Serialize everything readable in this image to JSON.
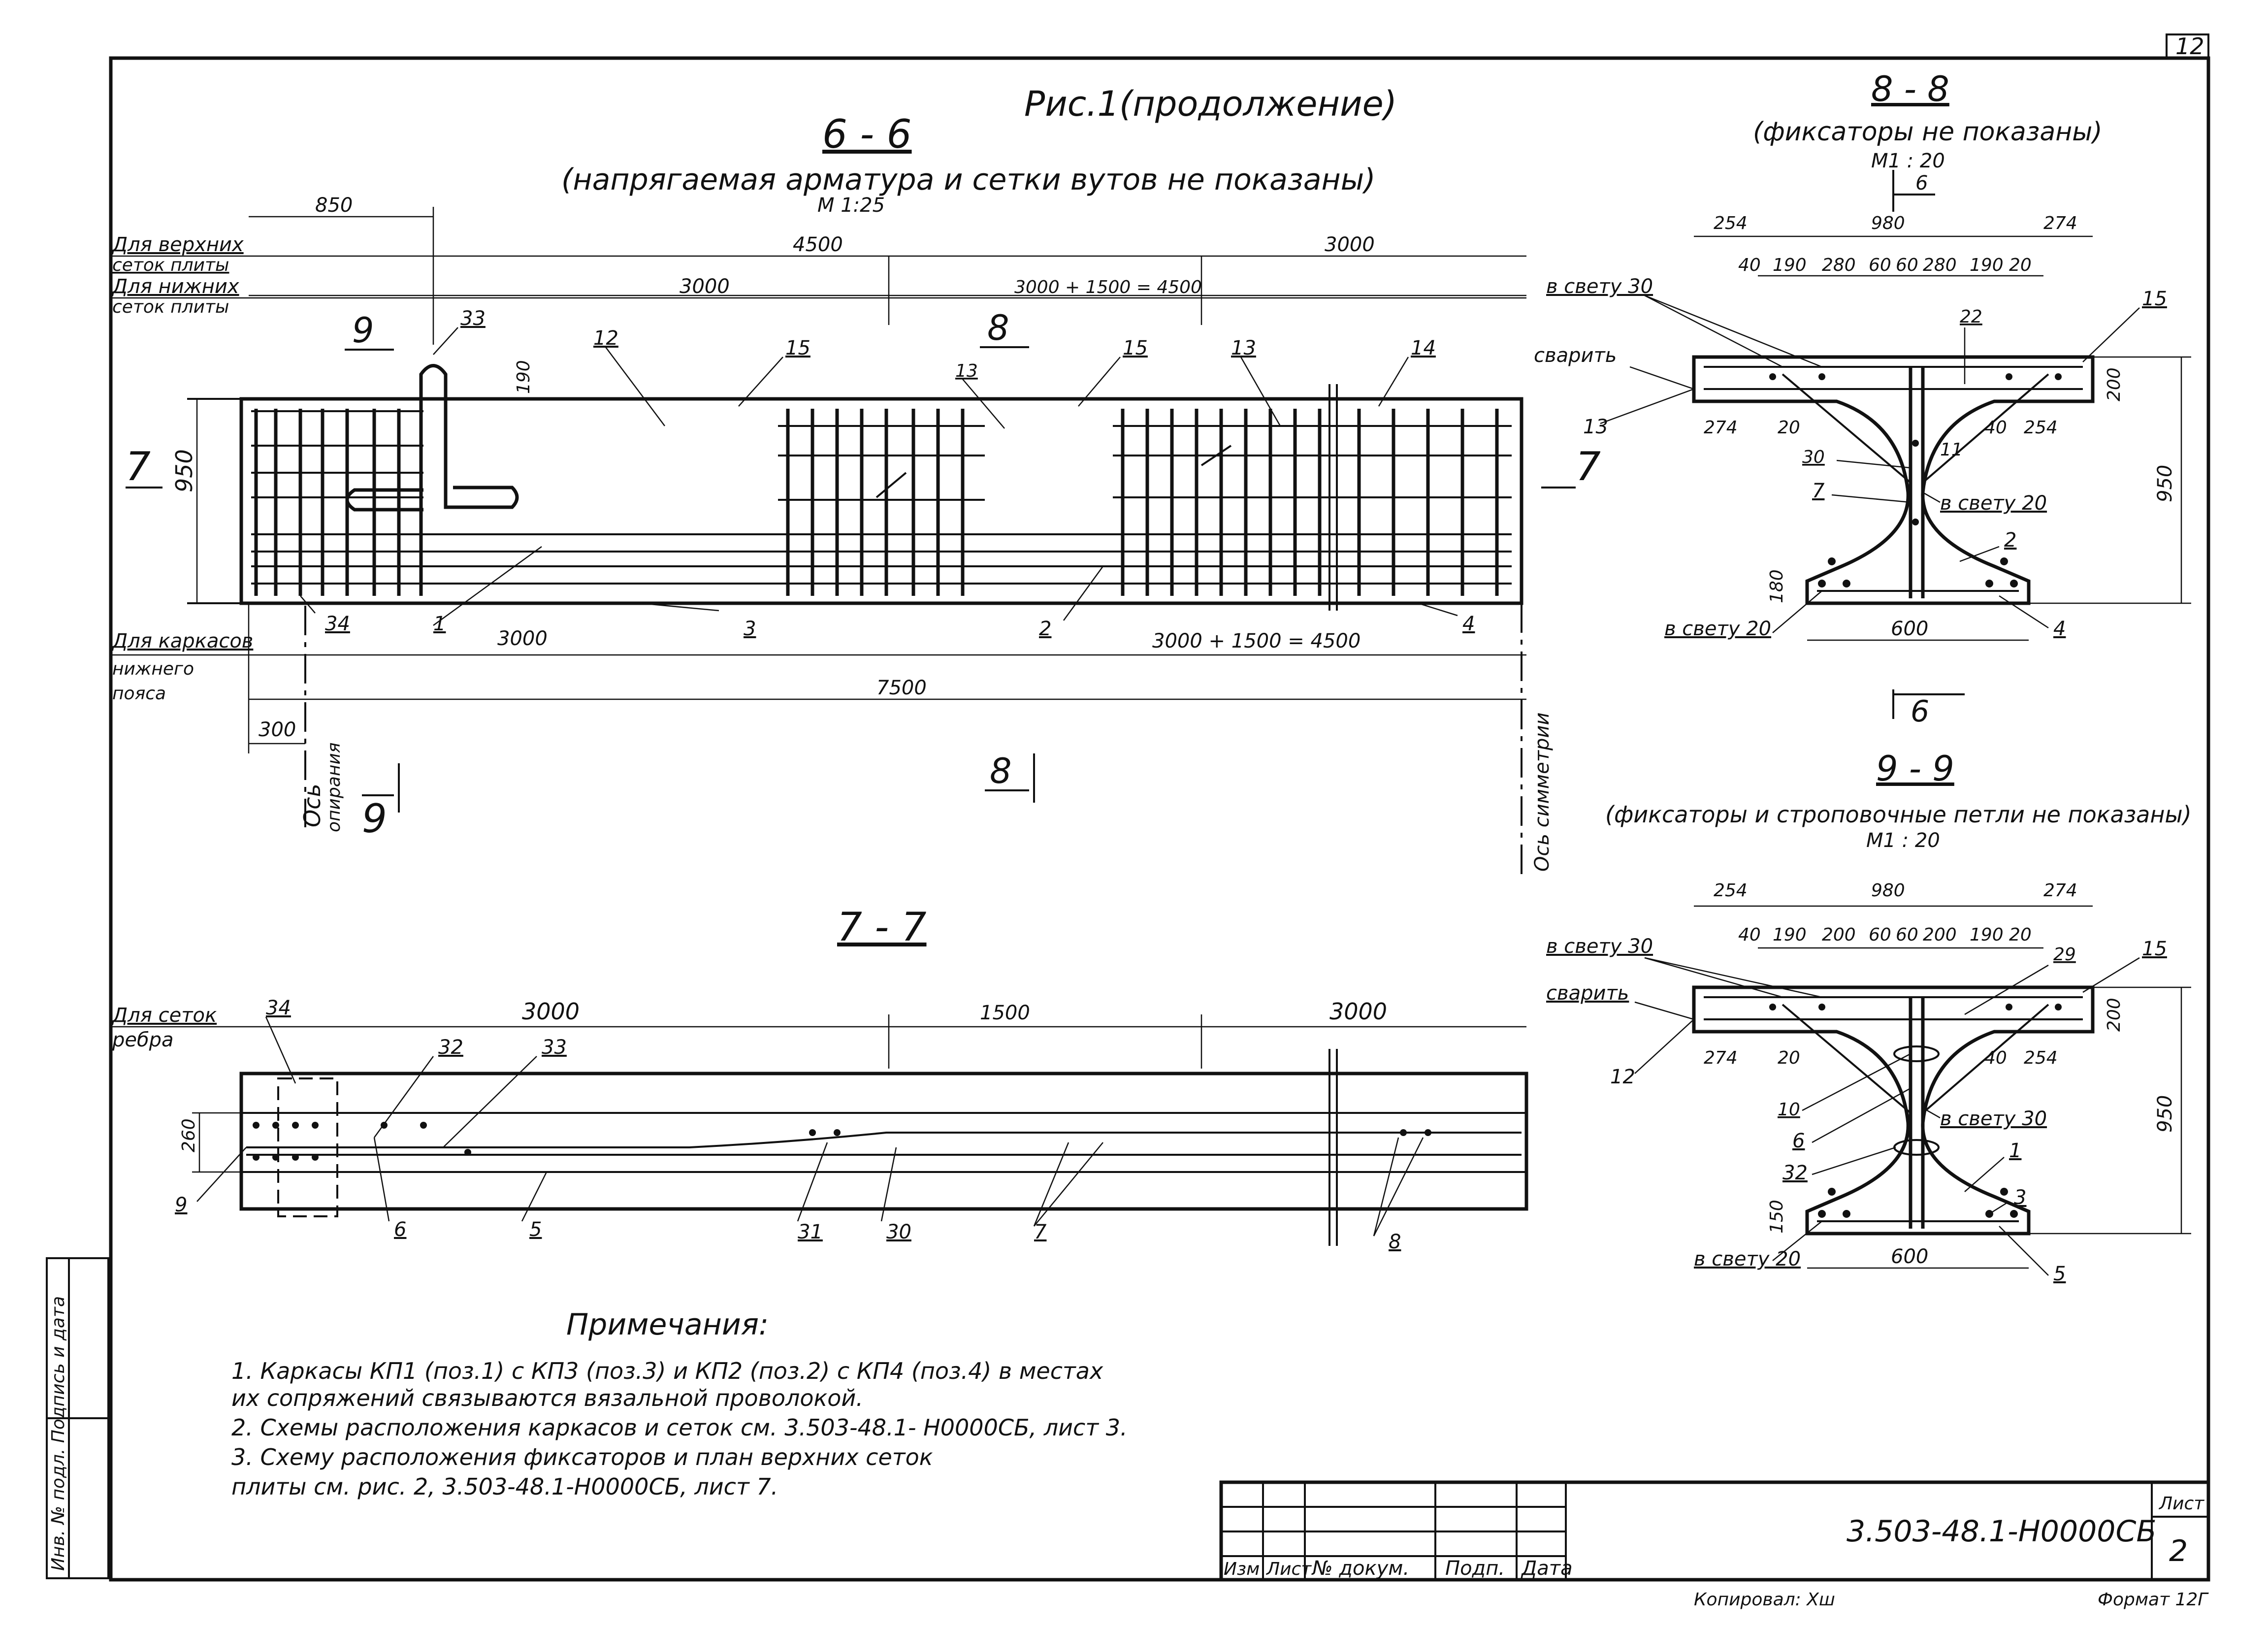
{
  "sheet": {
    "corner_no": "12",
    "figure_caption": "Рис.1(продолжение)",
    "format": "Формат 12Г",
    "copied": "Копировал: Хш",
    "doc_code": "3.503-48.1-Н0000СБ",
    "list_label": "Лист",
    "list_no": "2",
    "stamp_headers": [
      "Изм",
      "Лист",
      "№ докум.",
      "Подп.",
      "Дата"
    ],
    "side_stamp": "Инв. № подл. Подпись и дата"
  },
  "section_66": {
    "title": "6 - 6",
    "subtitle": "(напрягаемая арматура и сетки вутов не показаны)",
    "scale": "М 1:25",
    "row_labels": [
      "Для верхних",
      "сеток плиты",
      "Для нижних",
      "сеток плиты"
    ],
    "bottom_labels": [
      "Для каркасов",
      "нижнего",
      "пояса"
    ],
    "dims_top": [
      "850",
      "4500",
      "3000"
    ],
    "dims_mid": [
      "3000",
      "3000 + 1500 = 4500"
    ],
    "dims_bottom": [
      "3000",
      "3000 + 1500 = 4500"
    ],
    "dim_total": "7500",
    "dim_300": "300",
    "dim_190": "190",
    "dim_950": "950",
    "axis_support": [
      "Ось",
      "опирания"
    ],
    "axis_symmetry": "Ось симметрии",
    "cut_marks": [
      "9",
      "8",
      "7",
      "7",
      "9",
      "8"
    ],
    "positions_top": [
      "33",
      "12",
      "15",
      "13",
      "15",
      "13",
      "14"
    ],
    "positions_bottom": [
      "34",
      "1",
      "3",
      "2",
      "4"
    ]
  },
  "section_77": {
    "title": "7 - 7",
    "row_label": [
      "Для сеток",
      "ребра"
    ],
    "dims": [
      "3000",
      "1500",
      "3000"
    ],
    "dim_260": "260",
    "positions_top": [
      "34",
      "32",
      "33"
    ],
    "positions_bottom": [
      "9",
      "6",
      "5",
      "31",
      "30",
      "7",
      "8"
    ]
  },
  "section_88": {
    "title": "8 - 8",
    "subtitle": "(фиксаторы не показаны)",
    "scale": "М1 : 20",
    "cut_ref": "6",
    "dims_top": [
      "254",
      "980",
      "274"
    ],
    "dims_inner": [
      "40",
      "190",
      "280",
      "60",
      "60",
      "280",
      "190",
      "20"
    ],
    "dims_side": [
      "274",
      "20",
      "40",
      "254"
    ],
    "dim_height": "950",
    "dim_flange": "200",
    "dim_bottom_flange": "180",
    "dim_base": "600",
    "labels": [
      "в свету 30",
      "сварить",
      "в свету 20",
      "в свету 20"
    ],
    "positions": [
      "13",
      "15",
      "22",
      "11",
      "30",
      "7",
      "2",
      "4"
    ]
  },
  "section_99": {
    "title": "9 - 9",
    "subtitle": "(фиксаторы и строповочные петли не показаны)",
    "scale": "М1 : 20",
    "dims_top": [
      "254",
      "980",
      "274"
    ],
    "dims_inner": [
      "40",
      "190",
      "200",
      "60",
      "60",
      "200",
      "190",
      "20"
    ],
    "dims_side": [
      "274",
      "20",
      "40",
      "254"
    ],
    "dim_height": "950",
    "dim_flange": "200",
    "dim_bottom_flange": "150",
    "dim_base": "600",
    "labels": [
      "в свету 30",
      "сварить",
      "в свету 30",
      "в свету 20"
    ],
    "positions": [
      "12",
      "29",
      "15",
      "10",
      "6",
      "32",
      "1",
      "3",
      "5"
    ]
  },
  "notes": {
    "title": "Примечания:",
    "lines": [
      "1. Каркасы КП1 (поз.1) с КП3 (поз.3) и КП2 (поз.2) с КП4 (поз.4)  в местах",
      "    их сопряжений связываются  вязальной проволокой.",
      "2. Схемы расположения каркасов и сеток см.  3.503-48.1- Н0000СБ, лист 3.",
      "3. Схему расположения фиксаторов и план верхних сеток",
      "    плиты  см. рис. 2, 3.503-48.1-Н0000СБ, лист 7."
    ]
  }
}
